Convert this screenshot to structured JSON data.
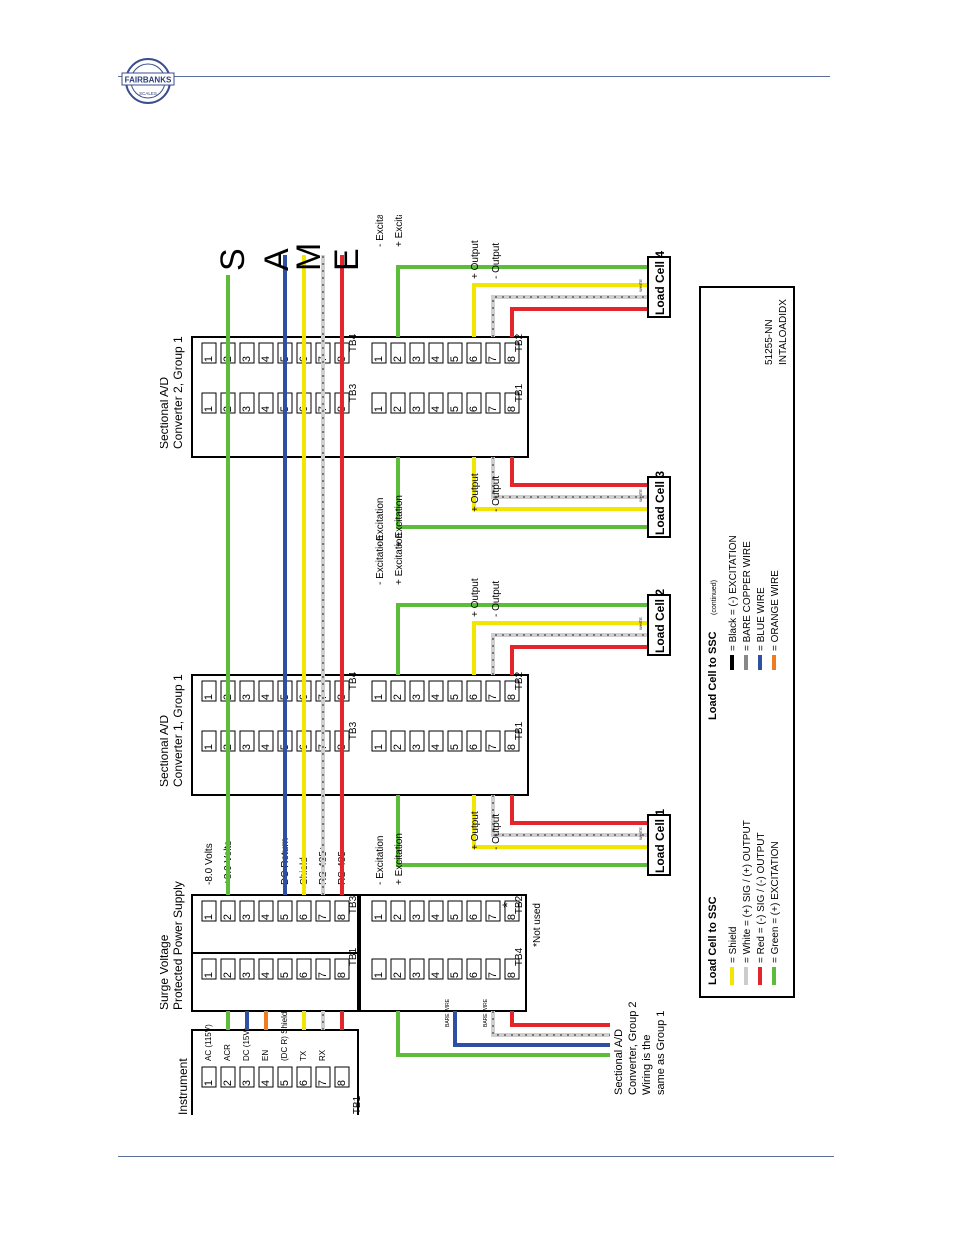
{
  "header": {
    "logo_name": "FAIRBANKS",
    "logo_sub": "SCALES"
  },
  "terminal_numbers": [
    "1",
    "2",
    "3",
    "4",
    "5",
    "6",
    "7",
    "8"
  ],
  "blocks": {
    "instrument": {
      "title": "Instrument",
      "tb": "TB1",
      "pins": [
        "AC (115V)",
        "ACR",
        "DC (15V)",
        "EN",
        "(DC R) Shield",
        "TX",
        "RX",
        ""
      ]
    },
    "power_supply": {
      "title_line1": "Surge Voltage",
      "title_line2": "Protected Power Supply",
      "tb_left": "TB1",
      "tb_right": "TB3",
      "tb2": "TB2",
      "tb4": "TB4",
      "star": "*",
      "not_used": "*Not used",
      "outputs": [
        "-8.0 Volts",
        "+8.0 Volts",
        "DC Return",
        "Shield",
        "RS-485+",
        "RS-485-"
      ]
    },
    "converter1": {
      "title_line1": "Sectional A/D",
      "title_line2": "Converter 1, Group 1",
      "tb_a": "TB3",
      "tb_b": "TB4",
      "tb_c": "TB1",
      "tb_d": "TB2"
    },
    "converter2": {
      "title_line1": "Sectional A/D",
      "title_line2": "Converter 2, Group 1",
      "tb_a": "TB3",
      "tb_b": "TB4",
      "tb_c": "TB1",
      "tb_d": "TB2"
    },
    "group2": {
      "line1": "Sectional A/D",
      "line2": "Converter, Group 2",
      "line3": "Wiring is the",
      "line4": "same as Group 1"
    }
  },
  "signal_labels": {
    "minus_exc": "- Excitation",
    "plus_exc": "+ Excitation",
    "plus_out": "+ Output",
    "minus_out": "- Output",
    "white": "WHITE",
    "bare": "BARE WIRE"
  },
  "load_cells": [
    "Load Cell 1",
    "Load Cell 2",
    "Load Cell 3",
    "Load Cell 4"
  ],
  "same_letters": [
    "S",
    "A",
    "M",
    "E"
  ],
  "legend": {
    "title": "Load Cell to SSC",
    "title_cont": "Load Cell to SSC",
    "cont_note": "(continued)",
    "left_items": [
      {
        "text": "= Shield",
        "color": "#f2e600"
      },
      {
        "text": "= White = (+) SIG / (+) OUTPUT",
        "color": "#cccccc"
      },
      {
        "text": "= Red = (-) SIG / (-) OUTPUT",
        "color": "#e3262b"
      },
      {
        "text": "= Green = (+) EXCITATION",
        "color": "#5bbd3a"
      }
    ],
    "right_items": [
      {
        "text": "= Black = (-) EXCITATION",
        "color": "#000000"
      },
      {
        "text": "= BARE COPPER WIRE",
        "color": "#888888"
      },
      {
        "text": "= BLUE WIRE",
        "color": "#2f4fa2"
      },
      {
        "text": "= ORANGE WIRE",
        "color": "#f07c20"
      }
    ],
    "doc_number": "51255-NN",
    "doc_name": "INTALOADIDX"
  },
  "colors": {
    "green": "#5bbd3a",
    "yellow": "#f2e600",
    "red": "#e3262b",
    "blue": "#2f4fa2",
    "orange": "#f07c20",
    "gray": "#bdbdbd",
    "rule": "#5b6f96"
  }
}
